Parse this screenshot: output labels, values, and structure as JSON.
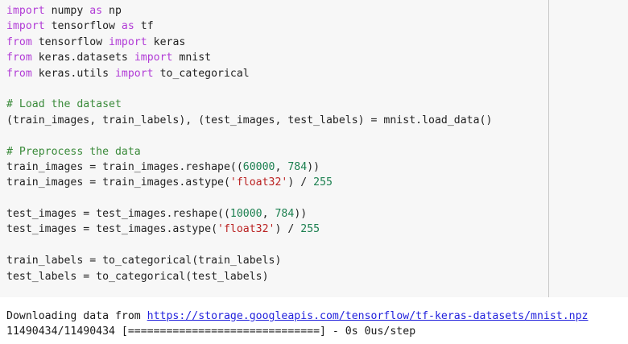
{
  "cell": {
    "background_code": "#f7f7f7",
    "background_output": "#ffffff",
    "divider_color": "#c9c9c9"
  },
  "syntax_colors": {
    "keyword": "#b13bd6",
    "comment": "#3a8a3a",
    "string": "#ba2121",
    "number": "#1c8050",
    "plain": "#222222",
    "link": "#2222dd"
  },
  "code": {
    "lines": [
      {
        "segments": [
          {
            "text": "import",
            "type": "keyword"
          },
          {
            "text": " numpy ",
            "type": "plain"
          },
          {
            "text": "as",
            "type": "keyword"
          },
          {
            "text": " np",
            "type": "plain"
          }
        ]
      },
      {
        "segments": [
          {
            "text": "import",
            "type": "keyword"
          },
          {
            "text": " tensorflow ",
            "type": "plain"
          },
          {
            "text": "as",
            "type": "keyword"
          },
          {
            "text": " tf",
            "type": "plain"
          }
        ]
      },
      {
        "segments": [
          {
            "text": "from",
            "type": "keyword"
          },
          {
            "text": " tensorflow ",
            "type": "plain"
          },
          {
            "text": "import",
            "type": "keyword"
          },
          {
            "text": " keras",
            "type": "plain"
          }
        ]
      },
      {
        "segments": [
          {
            "text": "from",
            "type": "keyword"
          },
          {
            "text": " keras.datasets ",
            "type": "plain"
          },
          {
            "text": "import",
            "type": "keyword"
          },
          {
            "text": " mnist",
            "type": "plain"
          }
        ]
      },
      {
        "segments": [
          {
            "text": "from",
            "type": "keyword"
          },
          {
            "text": " keras.utils ",
            "type": "plain"
          },
          {
            "text": "import",
            "type": "keyword"
          },
          {
            "text": " to_categorical",
            "type": "plain"
          }
        ]
      },
      {
        "segments": []
      },
      {
        "segments": [
          {
            "text": "# Load the dataset",
            "type": "comment"
          }
        ]
      },
      {
        "segments": [
          {
            "text": "(train_images, train_labels), (test_images, test_labels) = mnist.load_data()",
            "type": "plain"
          }
        ]
      },
      {
        "segments": []
      },
      {
        "segments": [
          {
            "text": "# Preprocess the data",
            "type": "comment"
          }
        ]
      },
      {
        "segments": [
          {
            "text": "train_images = train_images.reshape((",
            "type": "plain"
          },
          {
            "text": "60000",
            "type": "number"
          },
          {
            "text": ", ",
            "type": "plain"
          },
          {
            "text": "784",
            "type": "number"
          },
          {
            "text": "))",
            "type": "plain"
          }
        ]
      },
      {
        "segments": [
          {
            "text": "train_images = train_images.astype(",
            "type": "plain"
          },
          {
            "text": "'float32'",
            "type": "string"
          },
          {
            "text": ") / ",
            "type": "plain"
          },
          {
            "text": "255",
            "type": "number"
          }
        ]
      },
      {
        "segments": []
      },
      {
        "segments": [
          {
            "text": "test_images = test_images.reshape((",
            "type": "plain"
          },
          {
            "text": "10000",
            "type": "number"
          },
          {
            "text": ", ",
            "type": "plain"
          },
          {
            "text": "784",
            "type": "number"
          },
          {
            "text": "))",
            "type": "plain"
          }
        ]
      },
      {
        "segments": [
          {
            "text": "test_images = test_images.astype(",
            "type": "plain"
          },
          {
            "text": "'float32'",
            "type": "string"
          },
          {
            "text": ") / ",
            "type": "plain"
          },
          {
            "text": "255",
            "type": "number"
          }
        ]
      },
      {
        "segments": []
      },
      {
        "segments": [
          {
            "text": "train_labels = to_categorical(train_labels)",
            "type": "plain"
          }
        ]
      },
      {
        "segments": [
          {
            "text": "test_labels = to_categorical(test_labels)",
            "type": "plain"
          }
        ]
      }
    ]
  },
  "output": {
    "download_prefix": "Downloading data from ",
    "download_url": "https://storage.googleapis.com/tensorflow/tf-keras-datasets/mnist.npz",
    "progress_line": "11490434/11490434 [==============================] - 0s 0us/step"
  }
}
